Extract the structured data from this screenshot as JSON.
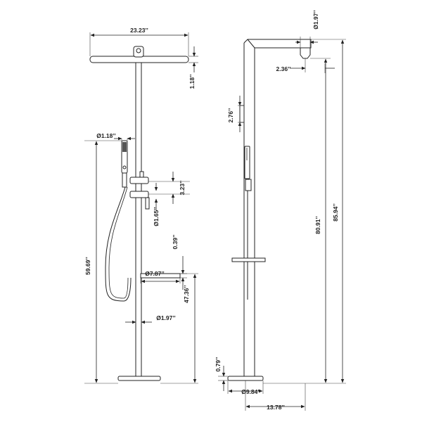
{
  "diagram": {
    "views": [
      "front-view",
      "side-view"
    ],
    "front_dimensions": {
      "head_width": "23.23’’",
      "head_thickness": "1.18’’",
      "handshower_diameter": "Ø1.18’’",
      "valve_spacing": "3.23’’",
      "valve_diameter": "Ø1.65’’",
      "shelf_thickness": "0.39’’",
      "shelf_diameter": "Ø7.87’’",
      "handshower_height": "59.69’’",
      "shelf_height": "47.36’’",
      "column_diameter": "Ø1.97’’"
    },
    "side_dimensions": {
      "head_diameter": "Ø1.97’’",
      "head_offset": "2.36’’",
      "holder_height": "2.76’’",
      "head_outlet_height": "80.91’’",
      "overall_height": "85.94’’",
      "base_thickness": "0.79’’",
      "base_diameter": "Ø9.84’’",
      "reach": "13.78’’"
    }
  }
}
